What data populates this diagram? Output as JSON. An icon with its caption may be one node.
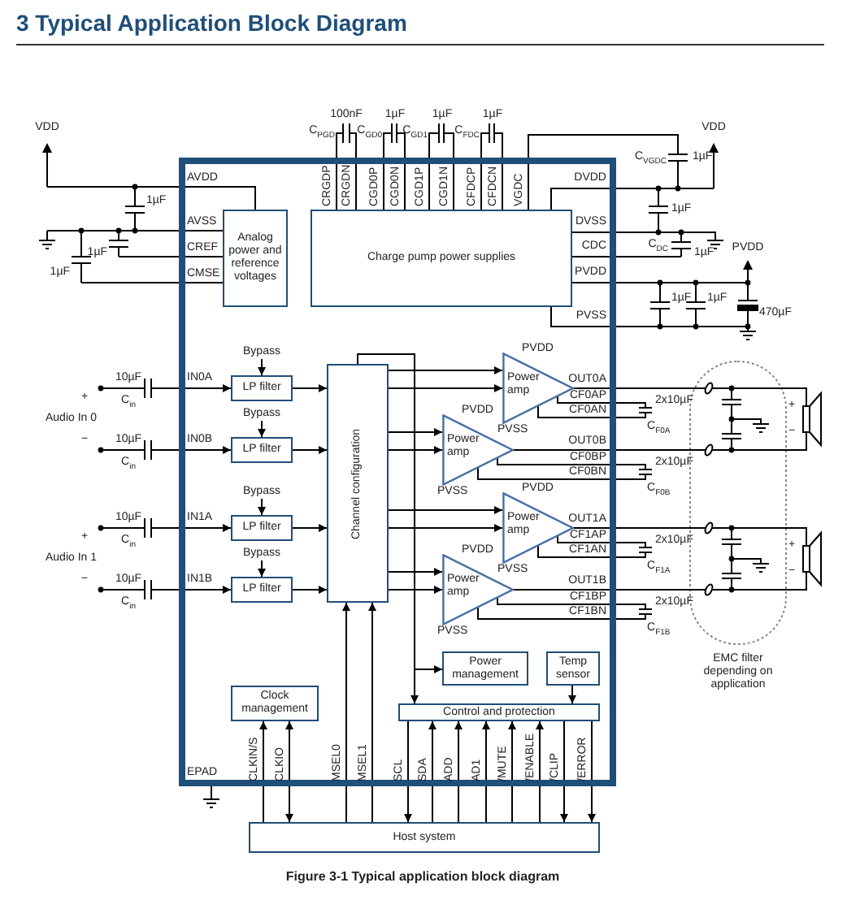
{
  "diagram": {
    "title": "3 Typical Application Block Diagram",
    "caption": "Figure 3-1 Typical application block diagram",
    "nodes": [
      {
        "text": [],
        "shape": "box"
      },
      {
        "text": [
          "Analog power and reference voltages"
        ],
        "in": 0
      },
      {
        "text": [
          "Charge pump power supplies"
        ],
        "in": 0
      },
      {
        "text": [
          "Bypass"
        ],
        "in": 0
      },
      {
        "text": [
          "LP filter"
        ],
        "in": 0
      },
      {
        "text": [
          "Bypass"
        ],
        "in": 0
      },
      {
        "text": [
          "LP filter"
        ],
        "in": 0
      },
      {
        "text": [
          "Bypass"
        ],
        "in": 0
      },
      {
        "text": [
          "LP filter"
        ],
        "in": 0
      },
      {
        "text": [
          "Bypass"
        ],
        "in": 0
      },
      {
        "text": [
          "LP filter"
        ],
        "in": 0
      },
      {
        "text": [
          "Channel configuration"
        ],
        "in": 0
      },
      {
        "text": [
          "Power amp"
        ],
        "beside": [
          "PVDD",
          "PVSS"
        ],
        "in": 0
      },
      {
        "text": [
          "Power amp"
        ],
        "beside": [
          "PVDD",
          "PVSS"
        ],
        "in": 0
      },
      {
        "text": [
          "Power amp"
        ],
        "beside": [
          "PVDD",
          "PVSS"
        ],
        "in": 0
      },
      {
        "text": [
          "Power amp"
        ],
        "beside": [
          "PVDD",
          "PVSS"
        ],
        "in": 0
      },
      {
        "text": [
          "Power management"
        ],
        "in": 0
      },
      {
        "text": [
          "Temp sensor"
        ],
        "in": 0
      },
      {
        "text": [
          "Clock management"
        ],
        "in": 0
      },
      {
        "text": [
          "Control and protection"
        ],
        "in": 0
      },
      {
        "text": [
          "Host system"
        ]
      },
      {
        "text": [
          "EMC filter depending on application"
        ]
      },
      {
        "text": [],
        "shape": "speaker"
      },
      {
        "text": [],
        "shape": "speaker"
      }
    ],
    "edges": [
      {
        "from": null,
        "to": 4,
        "arrow": "to"
      },
      {
        "from": null,
        "to": 6,
        "arrow": "to"
      },
      {
        "from": null,
        "to": 8,
        "arrow": "to"
      },
      {
        "from": null,
        "to": 10,
        "arrow": "to"
      },
      {
        "from": 3,
        "to": 4,
        "arrow": "to"
      },
      {
        "from": 5,
        "to": 6,
        "arrow": "to"
      },
      {
        "from": 7,
        "to": 8,
        "arrow": "to"
      },
      {
        "from": 9,
        "to": 10,
        "arrow": "to"
      },
      {
        "from": 4,
        "to": 11,
        "arrow": "to"
      },
      {
        "from": 6,
        "to": 11,
        "arrow": "to"
      },
      {
        "from": 8,
        "to": 11,
        "arrow": "to"
      },
      {
        "from": 10,
        "to": 11,
        "arrow": "to"
      },
      {
        "from": 11,
        "to": 12,
        "arrow": "to"
      },
      {
        "from": 11,
        "to": 12,
        "arrow": "to"
      },
      {
        "from": 11,
        "to": 13,
        "arrow": "to"
      },
      {
        "from": 11,
        "to": 13,
        "arrow": "to"
      },
      {
        "from": 11,
        "to": 14,
        "arrow": "to"
      },
      {
        "from": 11,
        "to": 14,
        "arrow": "to"
      },
      {
        "from": 11,
        "to": 15,
        "arrow": "to"
      },
      {
        "from": 11,
        "to": 15,
        "arrow": "to"
      },
      {
        "from": 11,
        "to": 19,
        "arrow": "to"
      },
      {
        "from": 11,
        "to": 16,
        "arrow": "to"
      },
      {
        "from": 17,
        "to": 19,
        "arrow": "to"
      },
      {
        "from": 20,
        "to": 18,
        "arrow": "to"
      },
      {
        "from": 20,
        "to": 18,
        "arrow": "both"
      },
      {
        "from": 20,
        "to": 11,
        "arrow": "to"
      },
      {
        "from": 20,
        "to": 11,
        "arrow": "to"
      },
      {
        "from": 19,
        "to": 20,
        "arrow": "to"
      },
      {
        "from": 20,
        "to": 19,
        "arrow": "to"
      },
      {
        "from": 20,
        "to": 19,
        "arrow": "to"
      },
      {
        "from": 20,
        "to": 19,
        "arrow": "to"
      },
      {
        "from": 20,
        "to": 19,
        "arrow": "to"
      },
      {
        "from": 20,
        "to": 19,
        "arrow": "to"
      },
      {
        "from": 19,
        "to": 20,
        "arrow": "to"
      },
      {
        "from": 19,
        "to": 20,
        "arrow": "to"
      },
      {
        "from": 12,
        "to": 21,
        "arrow": "none"
      },
      {
        "from": 13,
        "to": 21,
        "arrow": "none"
      },
      {
        "from": 14,
        "to": 21,
        "arrow": "none"
      },
      {
        "from": 15,
        "to": 21,
        "arrow": "none"
      },
      {
        "from": 21,
        "to": 22,
        "arrow": "none"
      },
      {
        "from": 21,
        "to": 22,
        "arrow": "none"
      },
      {
        "from": 21,
        "to": 23,
        "arrow": "none"
      },
      {
        "from": 21,
        "to": 23,
        "arrow": "none"
      }
    ],
    "labels": [
      "VDD",
      "AVDD",
      "1µF",
      "AVSS",
      "1µF",
      "CREF",
      "1µF",
      "CMSE",
      "100nF",
      "C$_{PGD}$",
      "1µF",
      "C$_{GD0}$",
      "1µF",
      "C$_{GD1}$",
      "1µF",
      "C$_{FDC}$",
      "CRGDP",
      "CRGDN",
      "CGD0P",
      "CGD0N",
      "CGD1P",
      "CGD1N",
      "CFDCP",
      "CFDCN",
      "VGDC",
      "VDD",
      "C$_{VGDC}$",
      "1µF",
      "DVDD",
      "1µF",
      "DVSS",
      "C$_{DC}$",
      "1µF",
      "CDC",
      "PVDD",
      "PVDD",
      "1µF",
      "1µF",
      "PVSS",
      "470µF",
      "10µF",
      "C$_{in}$",
      "+",
      "IN0A",
      "Audio In 0",
      "10µF",
      "C$_{in}$",
      "−",
      "IN0B",
      "10µF",
      "C$_{in}$",
      "+",
      "IN1A",
      "Audio In 1",
      "10µF",
      "C$_{in}$",
      "−",
      "IN1B",
      "OUT0A",
      "CF0AP",
      "CF0AN",
      "2x10µF",
      "C$_{F0A}$",
      "OUT0B",
      "CF0BP",
      "CF0BN",
      "2x10µF",
      "C$_{F0B}$",
      "OUT1A",
      "CF1AP",
      "CF1AN",
      "2x10µF",
      "C$_{F1A}$",
      "OUT1B",
      "CF1BP",
      "CF1BN",
      "2x10µF",
      "C$_{F1B}$",
      "+",
      "−",
      "+",
      "−",
      "EPAD",
      "CLKIN/S",
      "CLKIO",
      "MSEL0",
      "MSEL1",
      "SCL",
      "SDA",
      "ADD",
      "AD1",
      "/MUTE",
      "/ENABLE",
      "/CLIP",
      "/ERROR"
    ]
  }
}
